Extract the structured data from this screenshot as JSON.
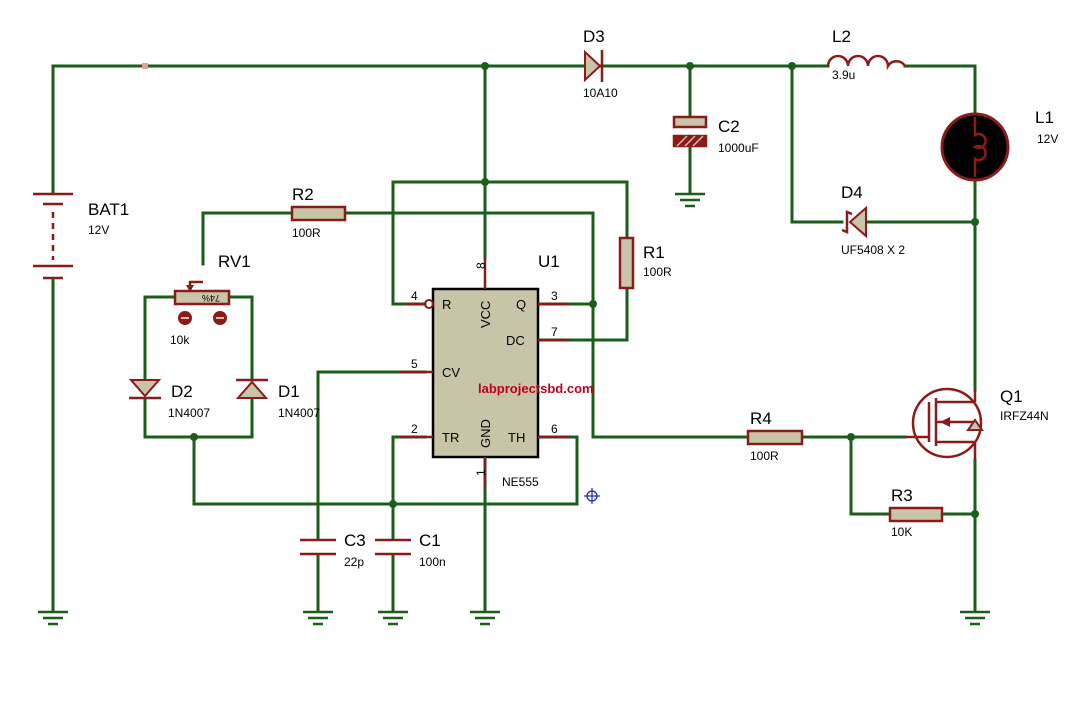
{
  "components": {
    "bat1": {
      "ref": "BAT1",
      "value": "12V"
    },
    "d3": {
      "ref": "D3",
      "value": "10A10"
    },
    "l2": {
      "ref": "L2",
      "value": "3.9u"
    },
    "l1": {
      "ref": "L1",
      "value": "12V"
    },
    "c2": {
      "ref": "C2",
      "value": "1000uF"
    },
    "d4": {
      "ref": "D4",
      "value": "UF5408 X 2"
    },
    "r2": {
      "ref": "R2",
      "value": "100R"
    },
    "rv1": {
      "ref": "RV1",
      "value": "10k",
      "wiper": "74%"
    },
    "r1": {
      "ref": "R1",
      "value": "100R"
    },
    "u1": {
      "ref": "U1",
      "value": "NE555"
    },
    "d2": {
      "ref": "D2",
      "value": "1N4007"
    },
    "d1": {
      "ref": "D1",
      "value": "1N4007"
    },
    "q1": {
      "ref": "Q1",
      "value": "IRFZ44N"
    },
    "r4": {
      "ref": "R4",
      "value": "100R"
    },
    "r3": {
      "ref": "R3",
      "value": "10K"
    },
    "c3": {
      "ref": "C3",
      "value": "22p"
    },
    "c1": {
      "ref": "C1",
      "value": "100n"
    }
  },
  "ic_pins": {
    "p4": "4",
    "p3": "3",
    "p7": "7",
    "p5": "5",
    "p2": "2",
    "p6": "6",
    "p8": "8",
    "p1": "1",
    "r": "R",
    "q": "Q",
    "dc": "DC",
    "cv": "CV",
    "tr": "TR",
    "th": "TH",
    "vcc": "VCC",
    "gnd": "GND"
  },
  "watermark": "labprojectsbd.com",
  "colors": {
    "wire": "#1a5e1a",
    "component": "#8b1a1a",
    "body": "#c8c4a8",
    "watermark": "#c0001a"
  }
}
